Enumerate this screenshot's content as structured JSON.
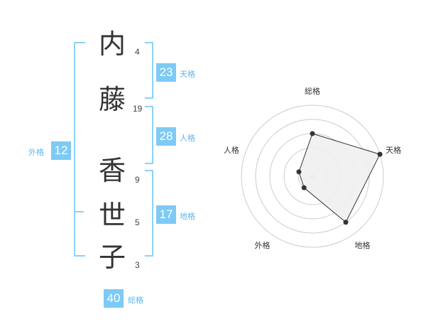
{
  "name": {
    "surname": [
      {
        "char": "内",
        "strokes": "4"
      },
      {
        "char": "藤",
        "strokes": "19"
      }
    ],
    "given": [
      {
        "char": "香",
        "strokes": "9"
      },
      {
        "char": "世",
        "strokes": "5"
      },
      {
        "char": "子",
        "strokes": "3"
      }
    ]
  },
  "fortune": {
    "tenkaku": {
      "value": "23",
      "label": "天格"
    },
    "jinkaku": {
      "value": "28",
      "label": "人格"
    },
    "chikaku": {
      "value": "17",
      "label": "地格"
    },
    "gaikaku": {
      "value": "12",
      "label": "外格"
    },
    "soukaku": {
      "value": "40",
      "label": "総格"
    }
  },
  "radar": {
    "axes": [
      "総格",
      "天格",
      "地格",
      "外格",
      "人格"
    ],
    "values": [
      3,
      5,
      4,
      1,
      1
    ],
    "max": 5,
    "line_color": "#333333",
    "fill_color": "#f0f0f0",
    "grid_color": "#cccccc"
  }
}
